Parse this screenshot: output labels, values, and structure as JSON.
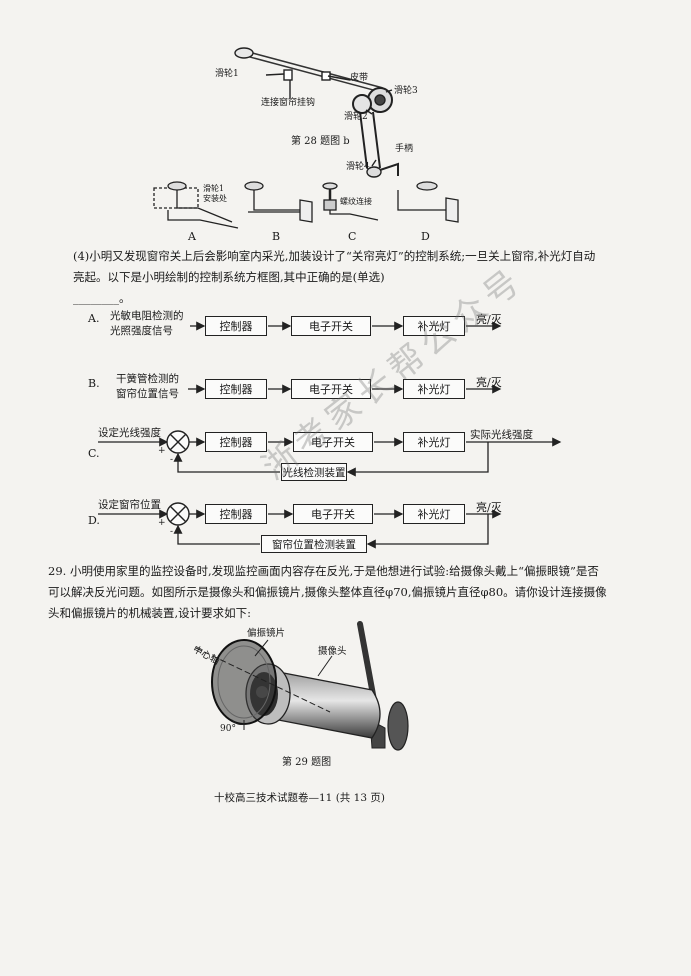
{
  "fig28b": {
    "labels": {
      "pulley1": "滑轮1",
      "belt": "皮带",
      "curtain_hook": "连接窗帘挂钩",
      "pulley3": "滑轮3",
      "pulley2": "滑轮2",
      "handle": "手柄",
      "pulley4": "滑轮4"
    },
    "caption": "第 28 题图 b",
    "opt_a_note": "滑轮1\n安装处",
    "opt_c_note": "螺纹连接",
    "option_letters": [
      "A",
      "B",
      "C",
      "D"
    ]
  },
  "q4": {
    "text": "(4)小明又发现窗帘关上后会影响室内采光,加装设计了“关帘亮灯”的控制系统;一旦关上窗帘,补光灯自动亮起。以下是小明绘制的控制系统方框图,其中正确的是(单选)",
    "blank": "________。"
  },
  "diagrams": {
    "A": {
      "letter": "A.",
      "input": "光敏电阻检测的\n光照强度信号",
      "controller": "控制器",
      "switch": "电子开关",
      "lamp": "补光灯",
      "output": "亮/灭"
    },
    "B": {
      "letter": "B.",
      "input": "干簧管检测的\n窗帘位置信号",
      "controller": "控制器",
      "switch": "电子开关",
      "lamp": "补光灯",
      "output": "亮/灭"
    },
    "C": {
      "letter": "C.",
      "input": "设定光线强度",
      "controller": "控制器",
      "switch": "电子开关",
      "lamp": "补光灯",
      "output": "实际光线强度",
      "feedback": "光线检测装置",
      "plus": "+",
      "minus": "-"
    },
    "D": {
      "letter": "D.",
      "input": "设定窗帘位置",
      "controller": "控制器",
      "switch": "电子开关",
      "lamp": "补光灯",
      "output": "亮/灭",
      "feedback": "窗帘位置检测装置",
      "plus": "+",
      "minus": "-"
    }
  },
  "q29": {
    "number": "29.",
    "text": "小明使用家里的监控设备时,发现监控画面内容存在反光,于是他想进行试验:给摄像头戴上“偏振眼镜”是否可以解决反光问题。如图所示是摄像头和偏振镜片,摄像头整体直径φ70,偏振镜片直径φ80。请你设计连接摄像头和偏振镜片的机械装置,设计要求如下:"
  },
  "fig29": {
    "labels": {
      "polarizer": "偏振镜片",
      "axis": "中心轴",
      "camera": "摄像头",
      "angle": "90°"
    },
    "caption": "第 29 题图"
  },
  "footer": "十校高三技术试题卷—11 (共 13 页)",
  "watermark": "浙考家长帮公众号"
}
